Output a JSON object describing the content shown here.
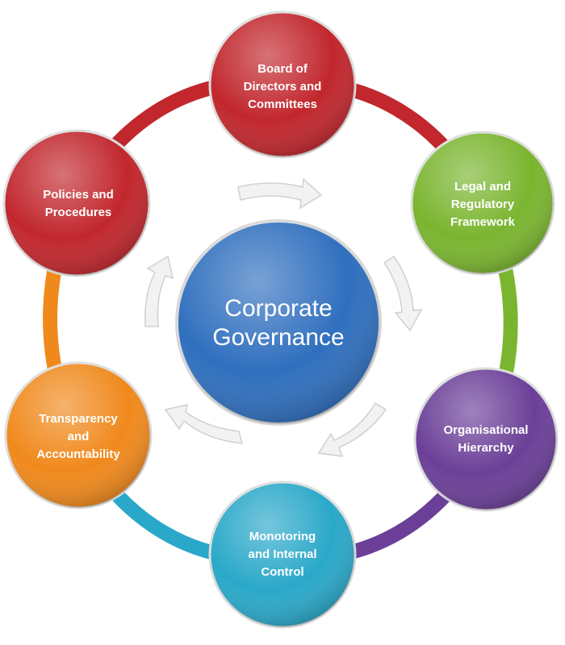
{
  "center": {
    "lines": [
      "Corporate",
      "Governance"
    ],
    "color": "#2f6fbe"
  },
  "nodes": [
    {
      "id": "board",
      "lines": [
        "Board of",
        "Directors and",
        "Committees"
      ],
      "color": "#c1272d"
    },
    {
      "id": "legal",
      "lines": [
        "Legal and",
        "Regulatory",
        "Framework"
      ],
      "color": "#7ab52f"
    },
    {
      "id": "org",
      "lines": [
        "Organisational",
        "Hierarchy"
      ],
      "color": "#6b3f98"
    },
    {
      "id": "monitoring",
      "lines": [
        "Monotoring",
        "and Internal",
        "Control"
      ],
      "color": "#2aa8c9"
    },
    {
      "id": "transparency",
      "lines": [
        "Transparency",
        "and",
        "Accountability"
      ],
      "color": "#f0891c"
    },
    {
      "id": "policies",
      "lines": [
        "Policies and",
        "Procedures"
      ],
      "color": "#c1272d"
    }
  ]
}
